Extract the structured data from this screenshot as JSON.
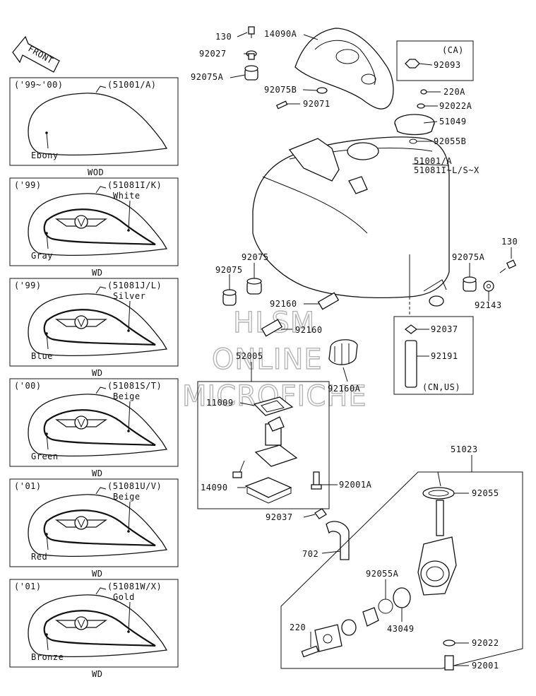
{
  "front_label": "FRONT",
  "watermark": [
    "HLSM",
    "ONLINE",
    "MICROFICHE"
  ],
  "variants": [
    {
      "years": "('99~'00)",
      "code": "(51001/A)",
      "stripe": "",
      "color": "Ebony",
      "model": "WOD"
    },
    {
      "years": "('99)",
      "code": "(51081I/K)",
      "stripe": "White",
      "color": "Gray",
      "model": "WD"
    },
    {
      "years": "('99)",
      "code": "(51081J/L)",
      "stripe": "Silver",
      "color": "Blue",
      "model": "WD"
    },
    {
      "years": "('00)",
      "code": "(51081S/T)",
      "stripe": "Beige",
      "color": "Green",
      "model": "WD"
    },
    {
      "years": "('01)",
      "code": "(51081U/V)",
      "stripe": "Beige",
      "color": "Red",
      "model": "WD"
    },
    {
      "years": "('01)",
      "code": "(51081W/X)",
      "stripe": "Gold",
      "color": "Bronze",
      "model": "WD"
    }
  ],
  "labels": {
    "p130_top": "130",
    "p14090A": "14090A",
    "p92027": "92027",
    "p92075A_top": "92075A",
    "p92075B": "92075B",
    "p92071": "92071",
    "ca_tag": "(CA)",
    "p92093": "92093",
    "p220A": "220A",
    "p92022A": "92022A",
    "p51049": "51049",
    "p92055B": "92055B",
    "p51001A": "51001/A",
    "p51081": "51081I~L/S~X",
    "p130_right": "130",
    "p92075A_right": "92075A",
    "p92143": "92143",
    "p92075_a": "92075",
    "p92075_b": "92075",
    "p92160_a": "92160",
    "p92160_b": "92160",
    "p92037_right": "92037",
    "p92191": "92191",
    "cn_us": "(CN,US)",
    "p52005": "52005",
    "p92160A": "92160A",
    "p11009": "11009",
    "p14090": "14090",
    "p92001A": "92001A",
    "p92037_lower": "92037",
    "p702": "702",
    "p51023": "51023",
    "p92055": "92055",
    "p92055A": "92055A",
    "p43049": "43049",
    "p220": "220",
    "p92022": "92022",
    "p92001": "92001"
  }
}
